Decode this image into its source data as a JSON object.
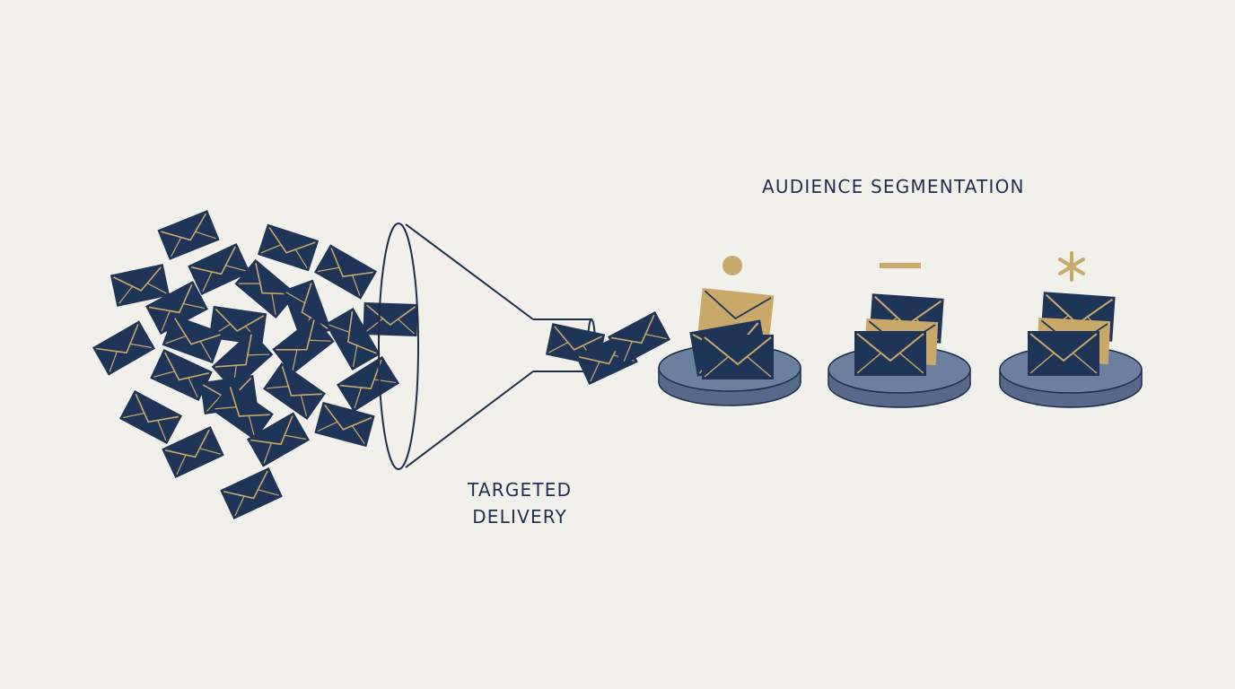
{
  "labels": {
    "segmentation": "AUDIENCE SEGMENTATION",
    "delivery_line1": "TARGETED",
    "delivery_line2": "DELIVERY"
  },
  "colors": {
    "background": "#f2f0eb",
    "navy": "#1f3558",
    "gold": "#c9a96a",
    "platform": "#6b7f9e",
    "outline": "#1e2d48"
  },
  "segments": [
    {
      "symbol": "dot-icon"
    },
    {
      "symbol": "dash-icon"
    },
    {
      "symbol": "asterisk-icon"
    }
  ]
}
